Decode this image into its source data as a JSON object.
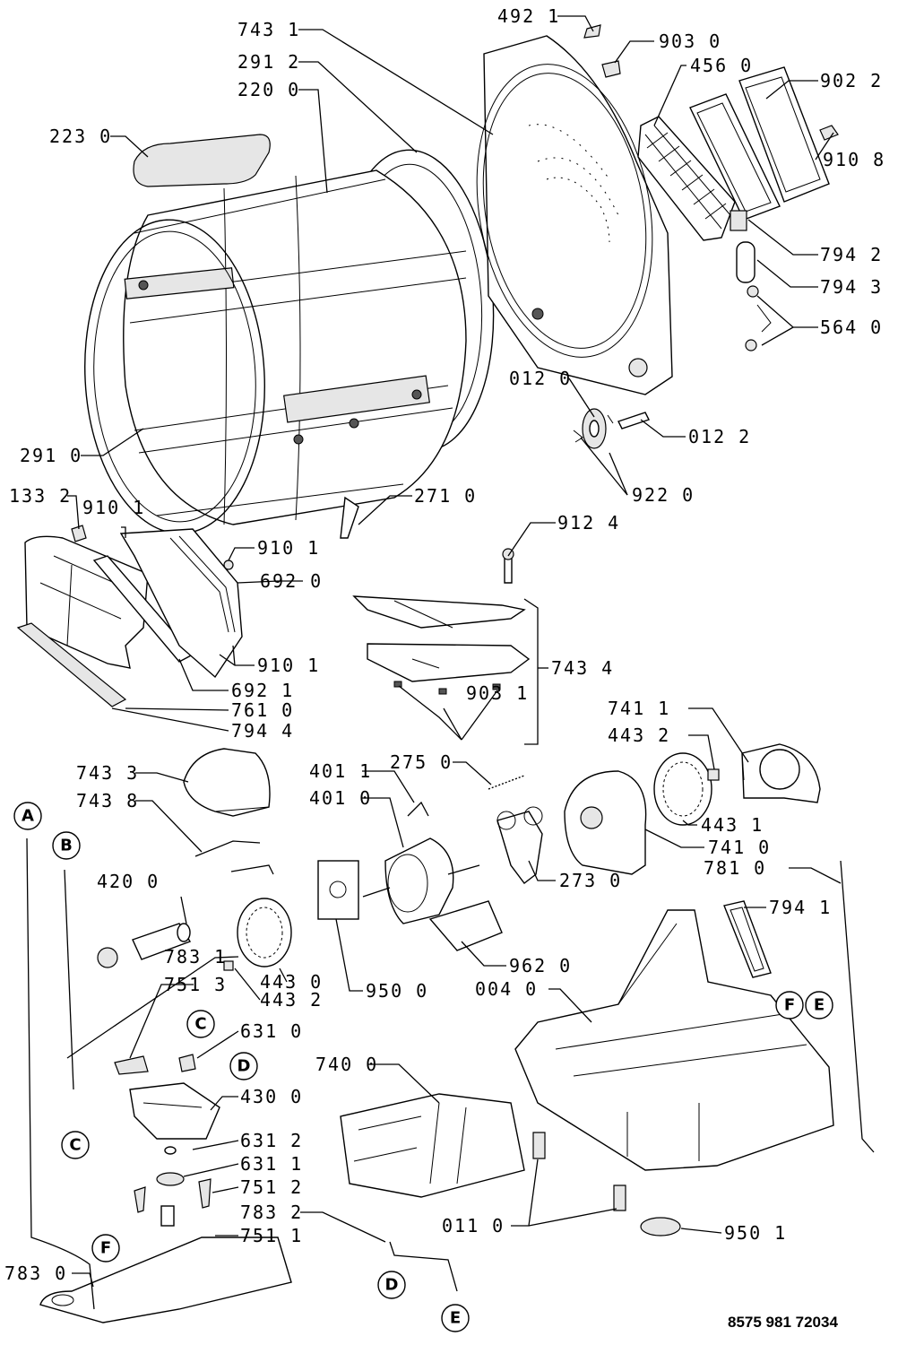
{
  "document_number": "8575 981 72034",
  "parts": [
    {
      "id": "p743-1",
      "label": "743 1"
    },
    {
      "id": "p492-1",
      "label": "492 1"
    },
    {
      "id": "p903-0",
      "label": "903 0"
    },
    {
      "id": "p291-2",
      "label": "291 2"
    },
    {
      "id": "p220-0",
      "label": "220 0"
    },
    {
      "id": "p456-0",
      "label": "456 0"
    },
    {
      "id": "p902-2",
      "label": "902 2"
    },
    {
      "id": "p223-0",
      "label": "223 0"
    },
    {
      "id": "p910-8",
      "label": "910 8"
    },
    {
      "id": "p794-2",
      "label": "794 2"
    },
    {
      "id": "p794-3",
      "label": "794 3"
    },
    {
      "id": "p564-0",
      "label": "564 0"
    },
    {
      "id": "p012-0",
      "label": "012 0"
    },
    {
      "id": "p012-2",
      "label": "012 2"
    },
    {
      "id": "p291-0",
      "label": "291 0"
    },
    {
      "id": "p922-0",
      "label": "922 0"
    },
    {
      "id": "p133-2",
      "label": "133 2"
    },
    {
      "id": "p910-1a",
      "label": "910 1"
    },
    {
      "id": "p271-0",
      "label": "271 0"
    },
    {
      "id": "p912-4",
      "label": "912 4"
    },
    {
      "id": "p910-1b",
      "label": "910 1"
    },
    {
      "id": "p692-0",
      "label": "692 0"
    },
    {
      "id": "p743-4",
      "label": "743 4"
    },
    {
      "id": "p910-1c",
      "label": "910 1"
    },
    {
      "id": "p692-1",
      "label": "692 1"
    },
    {
      "id": "p761-0",
      "label": "761 0"
    },
    {
      "id": "p794-4",
      "label": "794 4"
    },
    {
      "id": "p903-1",
      "label": "903 1"
    },
    {
      "id": "p741-1",
      "label": "741 1"
    },
    {
      "id": "p443-2a",
      "label": "443 2"
    },
    {
      "id": "p743-3",
      "label": "743 3"
    },
    {
      "id": "p275-0",
      "label": "275 0"
    },
    {
      "id": "p401-1",
      "label": "401 1"
    },
    {
      "id": "p401-0",
      "label": "401 0"
    },
    {
      "id": "p743-8",
      "label": "743 8"
    },
    {
      "id": "p443-1",
      "label": "443 1"
    },
    {
      "id": "p741-0",
      "label": "741 0"
    },
    {
      "id": "p781-0",
      "label": "781 0"
    },
    {
      "id": "p273-0",
      "label": "273 0"
    },
    {
      "id": "p420-0",
      "label": "420 0"
    },
    {
      "id": "p794-1",
      "label": "794 1"
    },
    {
      "id": "p962-0",
      "label": "962 0"
    },
    {
      "id": "p783-1",
      "label": "783 1"
    },
    {
      "id": "p443-0",
      "label": "443 0"
    },
    {
      "id": "p751-3",
      "label": "751 3"
    },
    {
      "id": "p443-2b",
      "label": "443 2"
    },
    {
      "id": "p950-0",
      "label": "950 0"
    },
    {
      "id": "p004-0",
      "label": "004 0"
    },
    {
      "id": "p631-0",
      "label": "631 0"
    },
    {
      "id": "p430-0",
      "label": "430 0"
    },
    {
      "id": "p740-0",
      "label": "740 0"
    },
    {
      "id": "p631-2",
      "label": "631 2"
    },
    {
      "id": "p631-1",
      "label": "631 1"
    },
    {
      "id": "p751-2",
      "label": "751 2"
    },
    {
      "id": "p783-2",
      "label": "783 2"
    },
    {
      "id": "p011-0",
      "label": "011 0"
    },
    {
      "id": "p751-1",
      "label": "751 1"
    },
    {
      "id": "p950-1",
      "label": "950 1"
    },
    {
      "id": "p783-0",
      "label": "783 0"
    }
  ],
  "callouts": [
    {
      "id": "cA",
      "letter": "A"
    },
    {
      "id": "cB",
      "letter": "B"
    },
    {
      "id": "cC1",
      "letter": "C"
    },
    {
      "id": "cC2",
      "letter": "C"
    },
    {
      "id": "cD1",
      "letter": "D"
    },
    {
      "id": "cD2",
      "letter": "D"
    },
    {
      "id": "cE1",
      "letter": "E"
    },
    {
      "id": "cE2",
      "letter": "E"
    },
    {
      "id": "cF1",
      "letter": "F"
    },
    {
      "id": "cF2",
      "letter": "F"
    }
  ]
}
